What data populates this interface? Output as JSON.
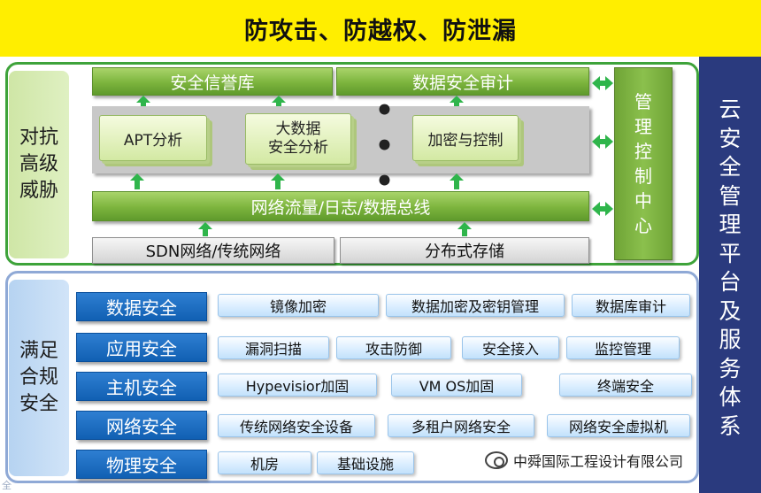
{
  "banner": {
    "title": "防攻击、防越权、防泄漏"
  },
  "upper": {
    "side_label": [
      "对抗",
      "高级",
      "威胁"
    ],
    "top_bars": [
      "安全信誉库",
      "数据安全审计"
    ],
    "analysis_cards": [
      "APT分析",
      "大数据\n安全分析",
      "加密与控制"
    ],
    "ellipsis": "• • •",
    "bus": "网络流量/日志/数据总线",
    "storage": [
      "SDN网络/传统网络",
      "分布式存储"
    ],
    "management_center": [
      "管",
      "理",
      "控",
      "制",
      "中",
      "心"
    ]
  },
  "lower": {
    "side_label": [
      "满足",
      "合规",
      "安全"
    ],
    "rows": [
      {
        "category": "数据安全",
        "items": [
          "镜像加密",
          "数据加密及密钥管理",
          "数据库审计"
        ]
      },
      {
        "category": "应用安全",
        "items": [
          "漏洞扫描",
          "攻击防御",
          "安全接入",
          "监控管理"
        ]
      },
      {
        "category": "主机安全",
        "items": [
          "Hypevisior加固",
          "VM OS加固",
          "终端安全"
        ]
      },
      {
        "category": "网络安全",
        "items": [
          "传统网络安全设备",
          "多租户网络安全",
          "网络安全虚拟机"
        ]
      },
      {
        "category": "物理安全",
        "items": [
          "机房",
          "基础设施"
        ]
      }
    ]
  },
  "cloud_band": {
    "chars": [
      "云",
      "安",
      "全",
      "管",
      "理",
      "平",
      "台",
      "及",
      "服",
      "务",
      "体",
      "系"
    ]
  },
  "watermark": {
    "text": "中舜国际工程设计有限公司"
  },
  "corner_mark": {
    "text": "全"
  },
  "colors": {
    "banner": "#ffee00",
    "green": "#7cb43d",
    "blue": "#1160b3",
    "navy": "#2a3a7e",
    "arrow": "#2fb54b"
  }
}
